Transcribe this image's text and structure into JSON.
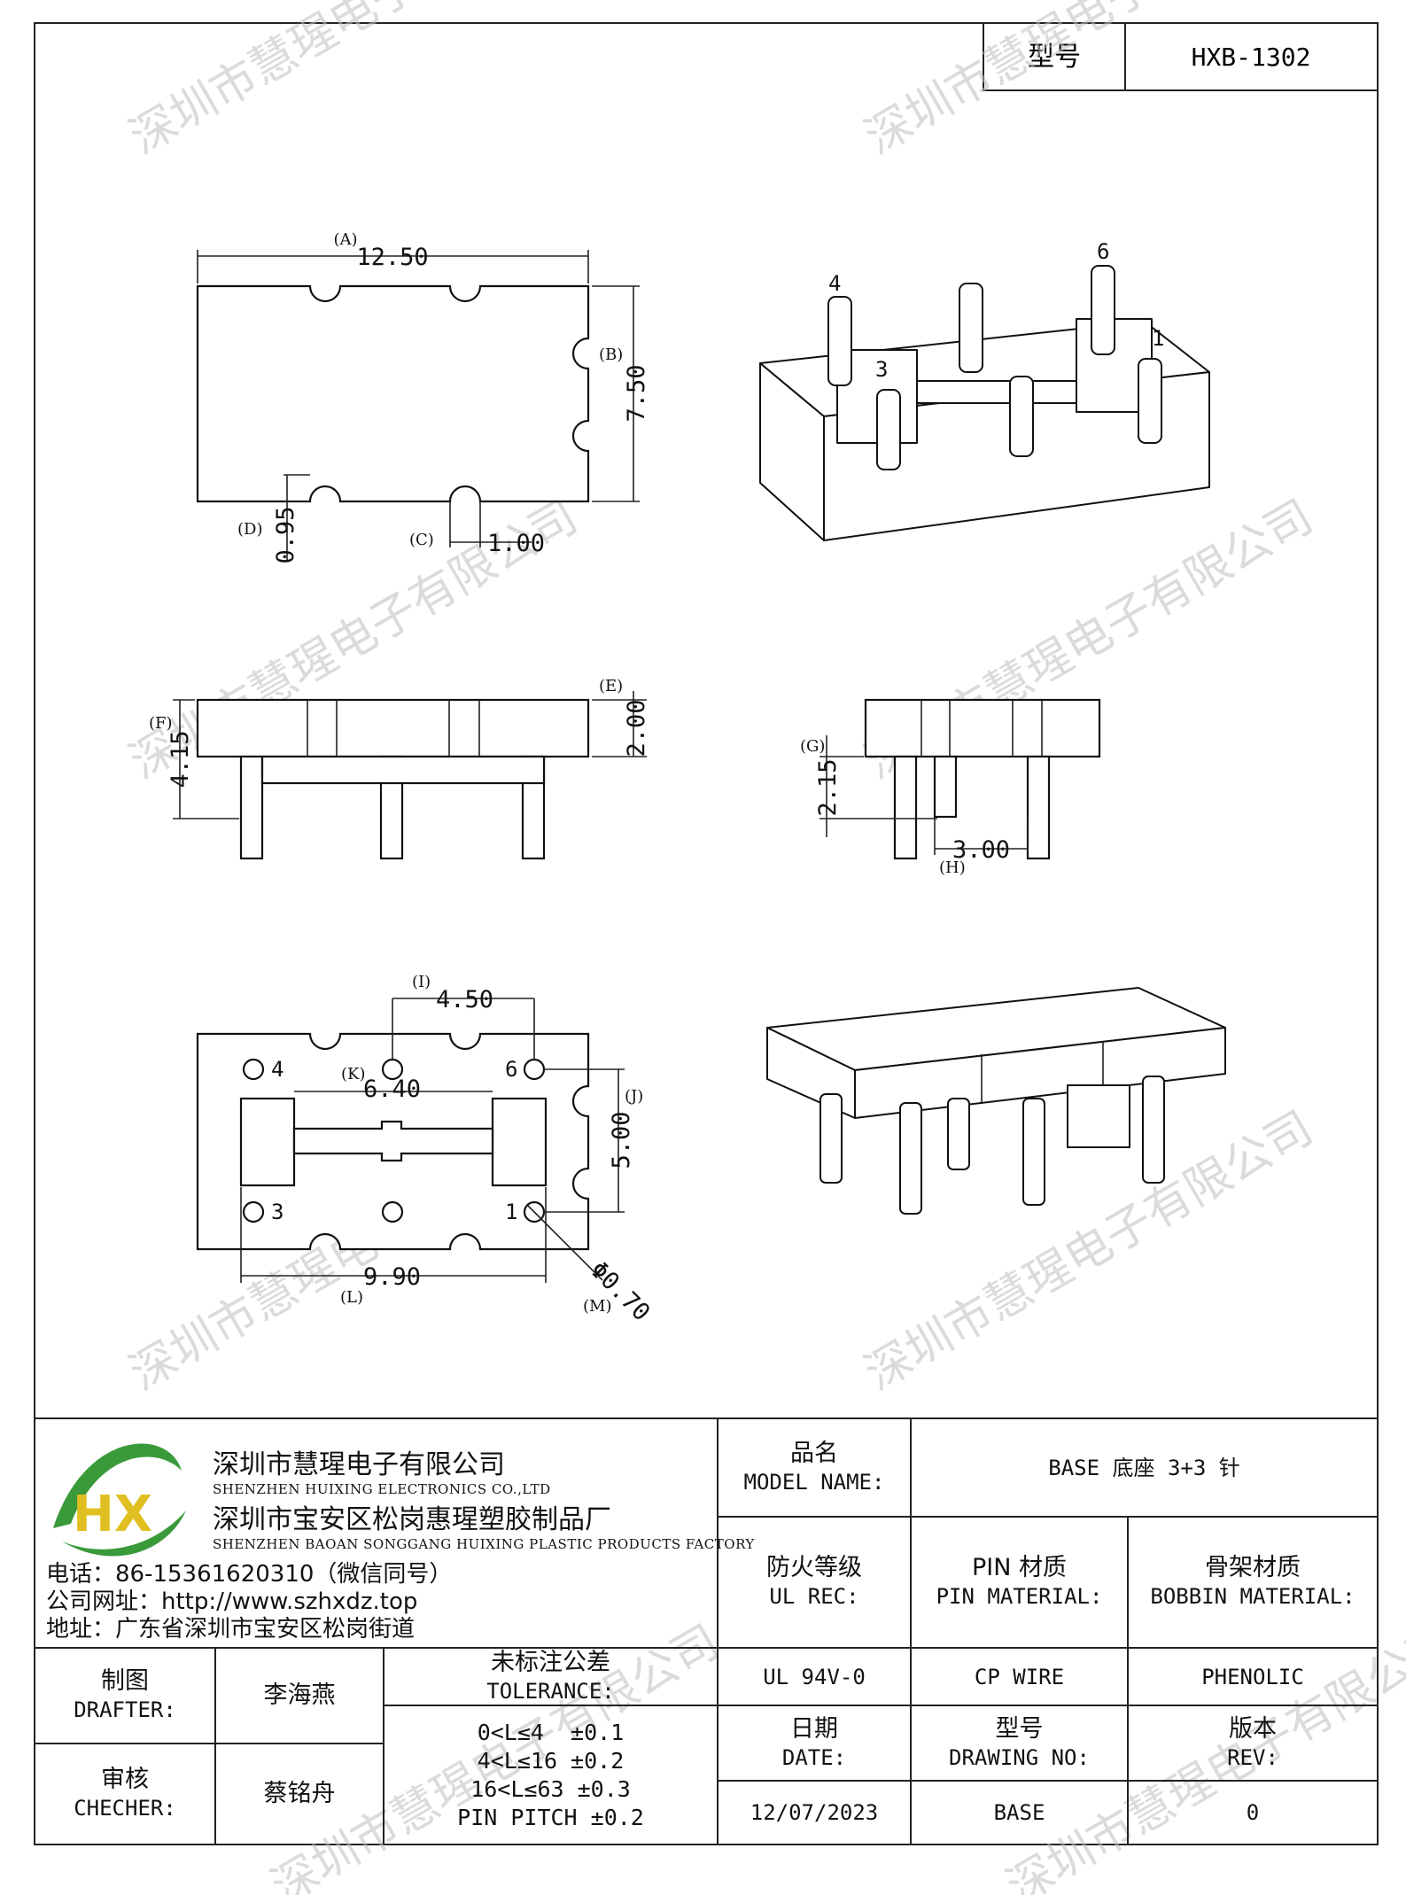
{
  "header": {
    "model_label": "型号",
    "model_value": "HXB-1302"
  },
  "watermark": "深圳市慧瑆电子有限公司",
  "dimensions": {
    "A": {
      "tag": "(A)",
      "value": "12.50"
    },
    "B": {
      "tag": "(B)",
      "value": "7.50"
    },
    "C": {
      "tag": "(C)",
      "value": "1.00"
    },
    "D": {
      "tag": "(D)",
      "value": "0.95"
    },
    "E": {
      "tag": "(E)",
      "value": "2.00"
    },
    "F": {
      "tag": "(F)",
      "value": "4.15"
    },
    "G": {
      "tag": "(G)",
      "value": "2.15"
    },
    "H": {
      "tag": "(H)",
      "value": "3.00"
    },
    "I": {
      "tag": "(I)",
      "value": "4.50"
    },
    "J": {
      "tag": "(J)",
      "value": "5.00"
    },
    "K": {
      "tag": "(K)",
      "value": "6.40"
    },
    "L": {
      "tag": "(L)",
      "value": "9.90"
    },
    "M": {
      "tag": "(M)",
      "value": "Φ0.70"
    }
  },
  "pins": {
    "p1": "1",
    "p3": "3",
    "p4": "4",
    "p6": "6"
  },
  "company": {
    "name_cn": "深圳市慧瑆电子有限公司",
    "name_en": "SHENZHEN HUIXING ELECTRONICS CO.,LTD",
    "factory_cn": "深圳市宝安区松岗惠瑆塑胶制品厂",
    "factory_en": "SHENZHEN BAOAN SONGGANG HUIXING PLASTIC PRODUCTS FACTORY",
    "phone": "电话：86-15361620310（微信同号）",
    "website": "公司网址：http://www.szhxdz.top",
    "address": "地址：广东省深圳市宝安区松岗街道",
    "logo_letters": "HX"
  },
  "title_block": {
    "model_name_cn": "品名",
    "model_name_en": "MODEL NAME:",
    "model_name_value": "BASE 底座 3+3 针",
    "ul_cn": "防火等级",
    "ul_en": "UL REC:",
    "pin_mat_cn": "PIN 材质",
    "pin_mat_en": "PIN MATERIAL:",
    "bobbin_mat_cn": "骨架材质",
    "bobbin_mat_en": "BOBBIN MATERIAL:",
    "ul_value": "UL 94V-0",
    "pin_mat_value": "CP WIRE",
    "bobbin_mat_value": "PHENOLIC",
    "drafter_cn": "制图",
    "drafter_en": "DRAFTER:",
    "drafter_name": "李海燕",
    "checker_cn": "审核",
    "checker_en": "CHECHER:",
    "checker_name": "蔡铭舟",
    "tolerance_cn": "未标注公差",
    "tolerance_en": "TOLERANCE:",
    "tolerance_lines": [
      "0<L≤4  ±0.1",
      "4<L≤16 ±0.2",
      "16<L≤63 ±0.3",
      "PIN PITCH ±0.2"
    ],
    "date_cn": "日期",
    "date_en": "DATE:",
    "drawing_no_cn": "型号",
    "drawing_no_en": "DRAWING NO:",
    "rev_cn": "版本",
    "rev_en": "REV:",
    "date_value": "12/07/2023",
    "drawing_no_value": "BASE",
    "rev_value": "0"
  },
  "colors": {
    "logo_green": "#3a9a3a",
    "logo_yellow": "#e0c020",
    "line": "#111111"
  }
}
